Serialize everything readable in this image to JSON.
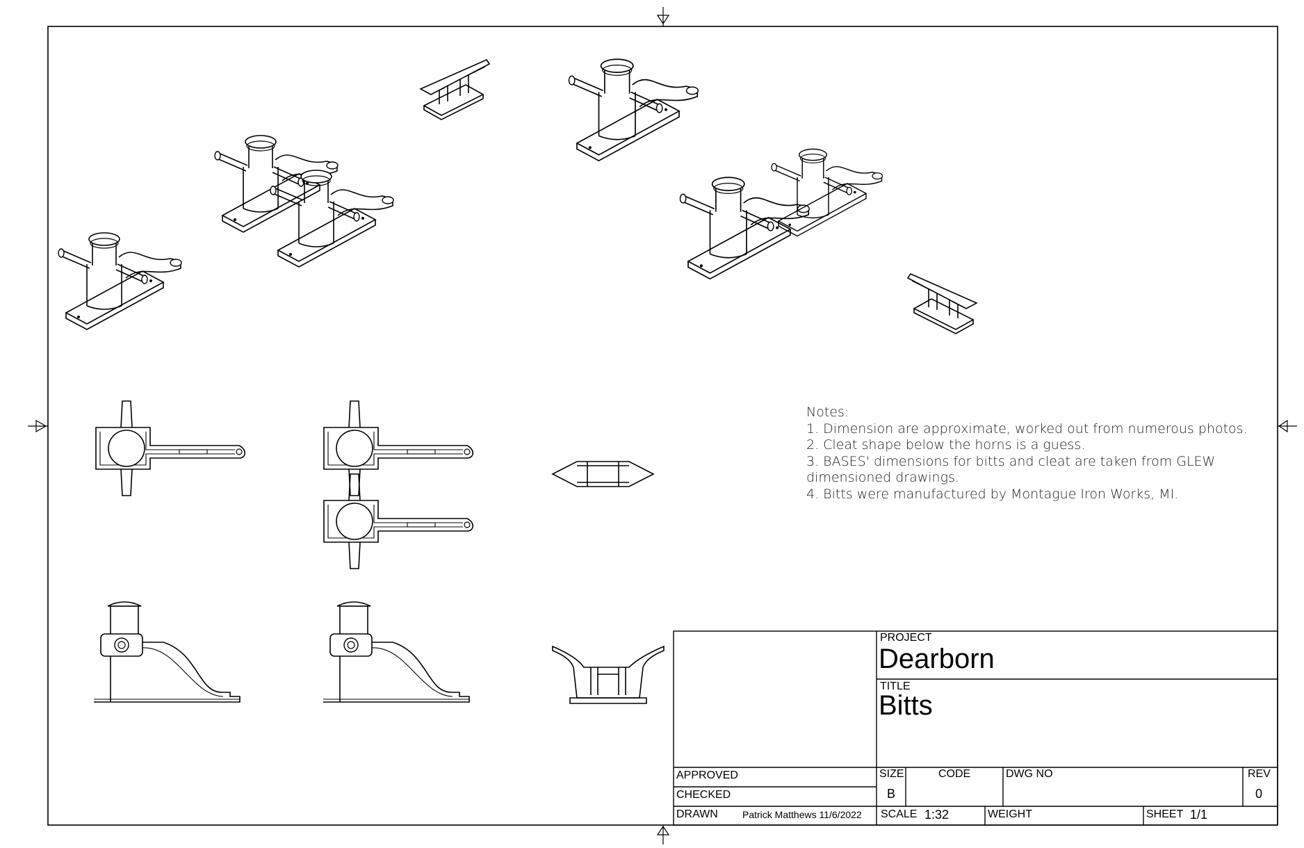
{
  "notes": {
    "heading": "Notes:",
    "lines": [
      "1. Dimension are approximate, worked out from numerous photos.",
      "2. Cleat shape below the horns is a guess.",
      "3. BASES' dimensions for bitts and cleat are taken from GLEW",
      "dimensioned drawings.",
      "4. Bitts were manufactured by Montague Iron Works, MI."
    ]
  },
  "title_block": {
    "project_label": "PROJECT",
    "project": "Dearborn",
    "title_label": "TITLE",
    "title": "Bitts",
    "approved_label": "APPROVED",
    "checked_label": "CHECKED",
    "drawn_label": "DRAWN",
    "drawn_by": "Patrick Matthews 11/6/2022",
    "size_label": "SIZE",
    "size": "B",
    "code_label": "CODE",
    "dwg_no_label": "DWG NO",
    "rev_label": "REV",
    "rev": "0",
    "scale_label": "SCALE",
    "scale": "1:32",
    "weight_label": "WEIGHT",
    "sheet_label": "SHEET",
    "sheet": "1/1"
  }
}
